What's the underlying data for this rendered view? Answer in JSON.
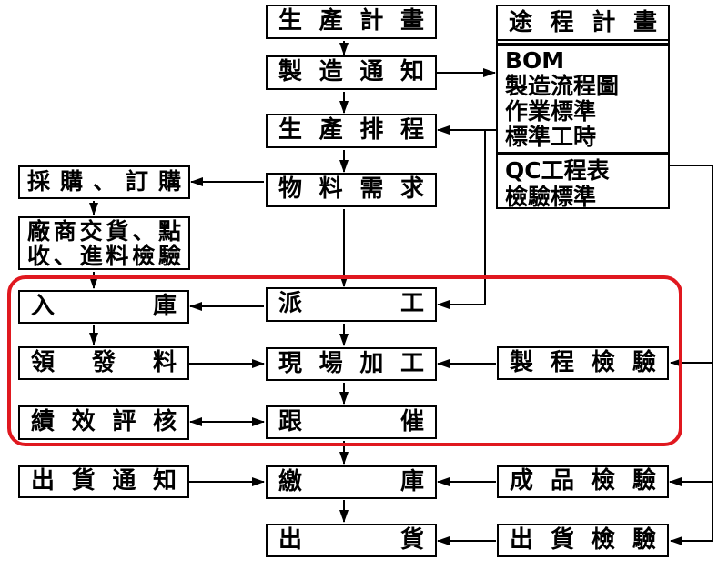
{
  "colors": {
    "highlight": "#e0181f",
    "line": "#000000"
  },
  "diagram": {
    "nodes": {
      "production_plan": "生產計畫",
      "manufacturing_notice": "製造通知",
      "production_scheduling": "生產排程",
      "material_requirement": "物料需求",
      "purchasing_ordering": "採購、訂購",
      "vendor_delivery_inspection": "廠商交貨、點收、進料檢驗",
      "warehousing_in": "入庫",
      "dispatching": "派工",
      "material_issuing": "領發料",
      "onsite_processing": "現場加工",
      "process_inspection": "製程檢驗",
      "performance_evaluation": "績效評核",
      "follow_up": "跟催",
      "shipping_notice": "出貨通知",
      "warehouse_deposit": "繳庫",
      "finished_goods_inspection": "成品檢驗",
      "shipping": "出貨",
      "shipping_inspection": "出貨檢驗"
    },
    "routing_table": {
      "header": "途程計畫",
      "section1": [
        "BOM",
        "製造流程圖",
        "作業標準",
        "標準工時"
      ],
      "section2": [
        "QC工程表",
        "檢驗標準"
      ]
    }
  }
}
